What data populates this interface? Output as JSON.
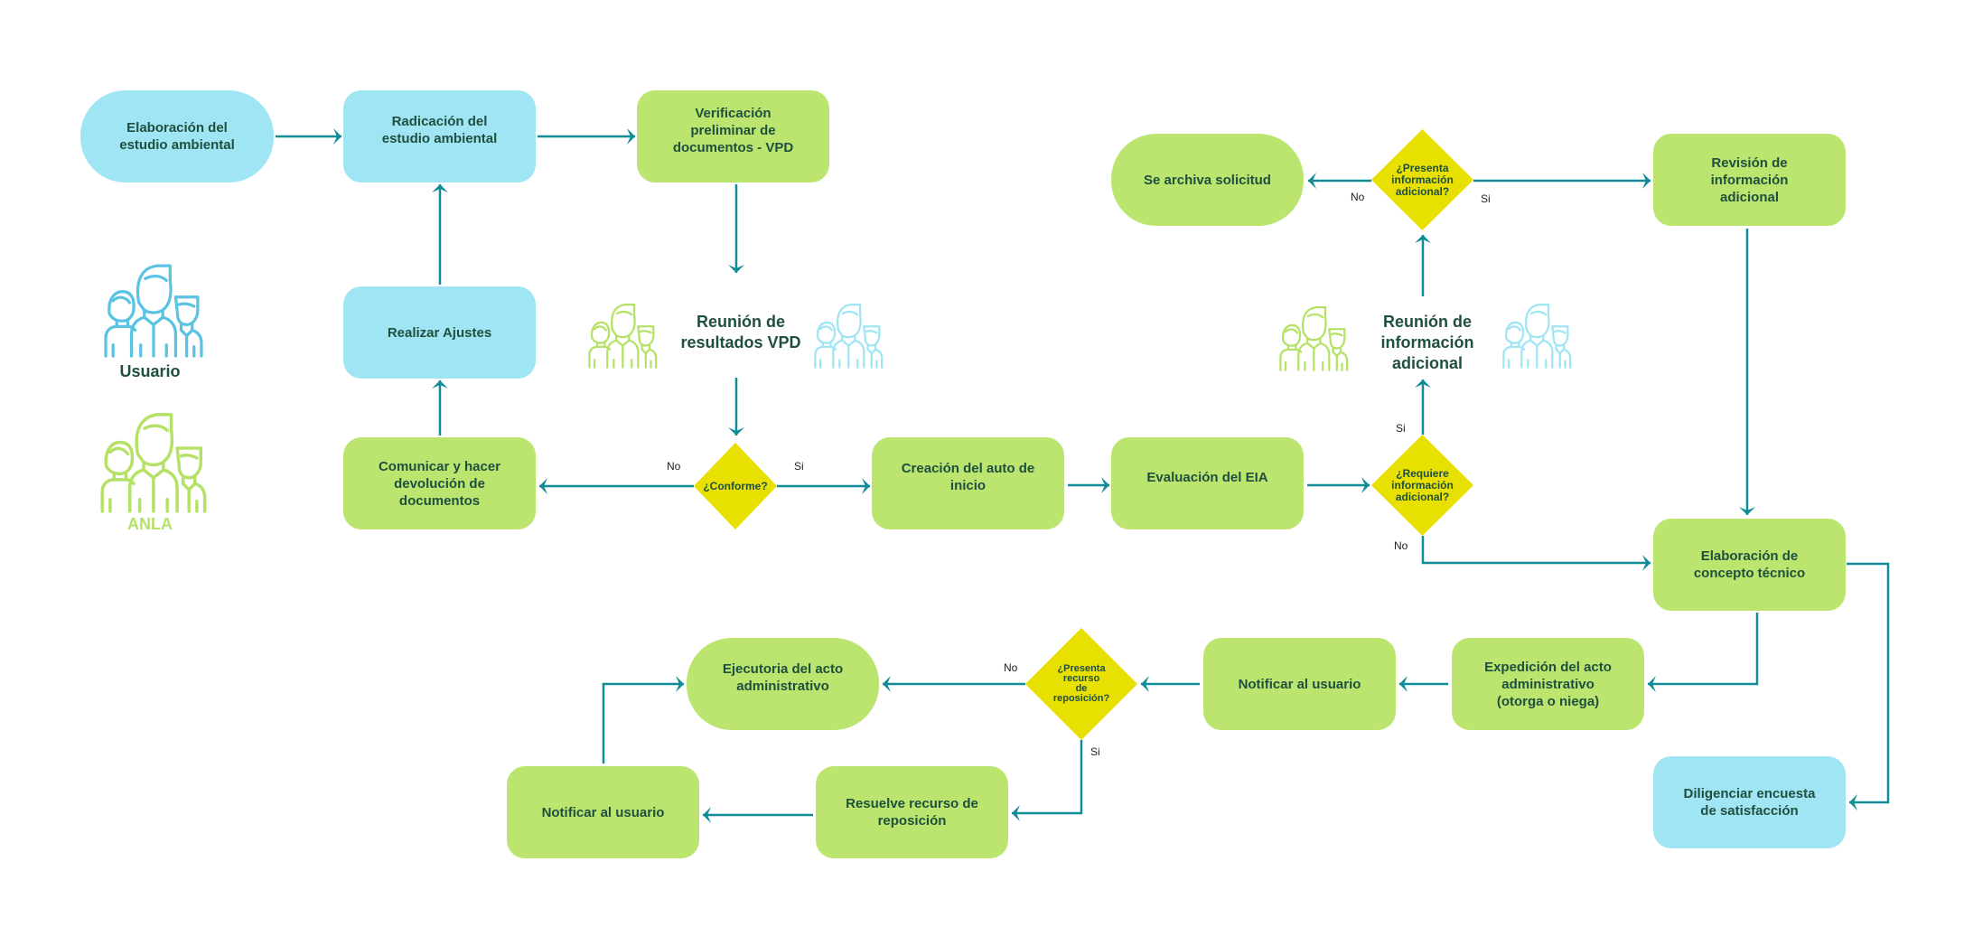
{
  "colors": {
    "anla_green": "#bbe56e",
    "usuario_blue": "#9fe5f3",
    "decision_yellow": "#e8e000",
    "connector_teal": "#108c96",
    "text_dark": "#1f4f3f",
    "legend_usuario_icon": "#5bc3e2",
    "legend_anla_icon": "#b5e266"
  },
  "legend": {
    "usuario": {
      "label": "Usuario",
      "icon": "people-group-icon"
    },
    "anla": {
      "label": "ANLA",
      "icon": "people-group-icon"
    }
  },
  "nodes": {
    "elaboracion_estudio": "Elaboración del\nestudio ambiental",
    "radicacion_estudio": "Radicación del\nestudio ambiental",
    "verificacion_vpd": "Verificación\npreliminar de\ndocumentos - VPD",
    "realizar_ajustes": "Realizar Ajustes",
    "comunicar_devolucion": "Comunicar y hacer\ndevolución de\ndocumentos",
    "creacion_auto": "Creación del auto de\ninicio",
    "evaluacion_eia": "Evaluación del EIA",
    "se_archiva": "Se archiva solicitud",
    "revision_info": "Revisión de\ninformación\nadicional",
    "elaboracion_concepto": "Elaboración de\nconcepto técnico",
    "expedicion_acto": "Expedición del acto\nadministrativo\n(otorga o niega)",
    "notificar_usuario_1": "Notificar al usuario",
    "ejecutoria_acto": "Ejecutoria del acto\nadministrativo",
    "resuelve_recurso": "Resuelve recurso de\nreposición",
    "notificar_usuario_2": "Notificar al usuario",
    "diligenciar_encuesta": "Diligenciar encuesta\nde satisfacción"
  },
  "decisions": {
    "conforme": "¿Conforme?",
    "requiere_info": "¿Requiere\ninformación\nadicional?",
    "presenta_info": "¿Presenta\ninformación\nadicional?",
    "presenta_recurso": "¿Presenta\nrecurso\nde\nreposición?"
  },
  "meetings": {
    "resultados_vpd": "Reunión de\nresultados VPD",
    "info_adicional": "Reunión de\ninformación\nadicional"
  },
  "branch_labels": {
    "yes": "Si",
    "no": "No"
  }
}
